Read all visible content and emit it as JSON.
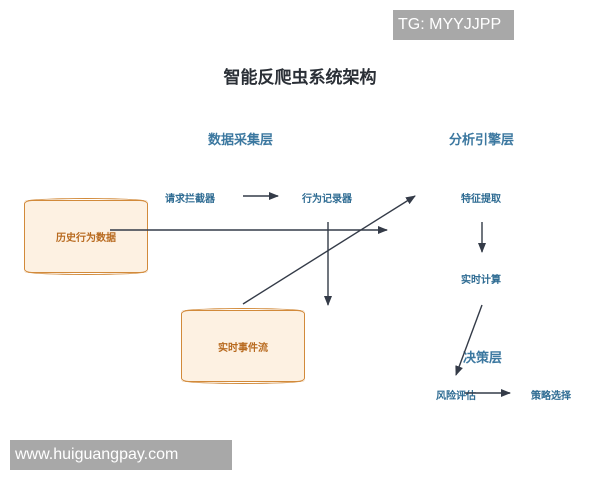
{
  "title": "智能反爬虫系统架构",
  "layers": {
    "collection": "数据采集层",
    "analysis": "分析引擎层",
    "decision": "决策层"
  },
  "nodes": {
    "request_interceptor": "请求拦截器",
    "behavior_recorder": "行为记录器",
    "feature_extraction": "特征提取",
    "realtime_compute": "实时计算",
    "risk_assessment": "风险评估",
    "strategy_selection": "策略选择"
  },
  "stores": {
    "history_data": "历史行为数据",
    "realtime_stream": "实时事件流"
  },
  "watermarks": {
    "top": "TG: MYYJJPP",
    "bottom": "www.huiguangpay.com"
  },
  "colors": {
    "layer_text": "#3c78a0",
    "node_text": "#2f6c93",
    "store_fill": "#fdf1e2",
    "store_border": "#d28a3a",
    "store_text": "#b86a1f",
    "edge": "#343b48"
  }
}
